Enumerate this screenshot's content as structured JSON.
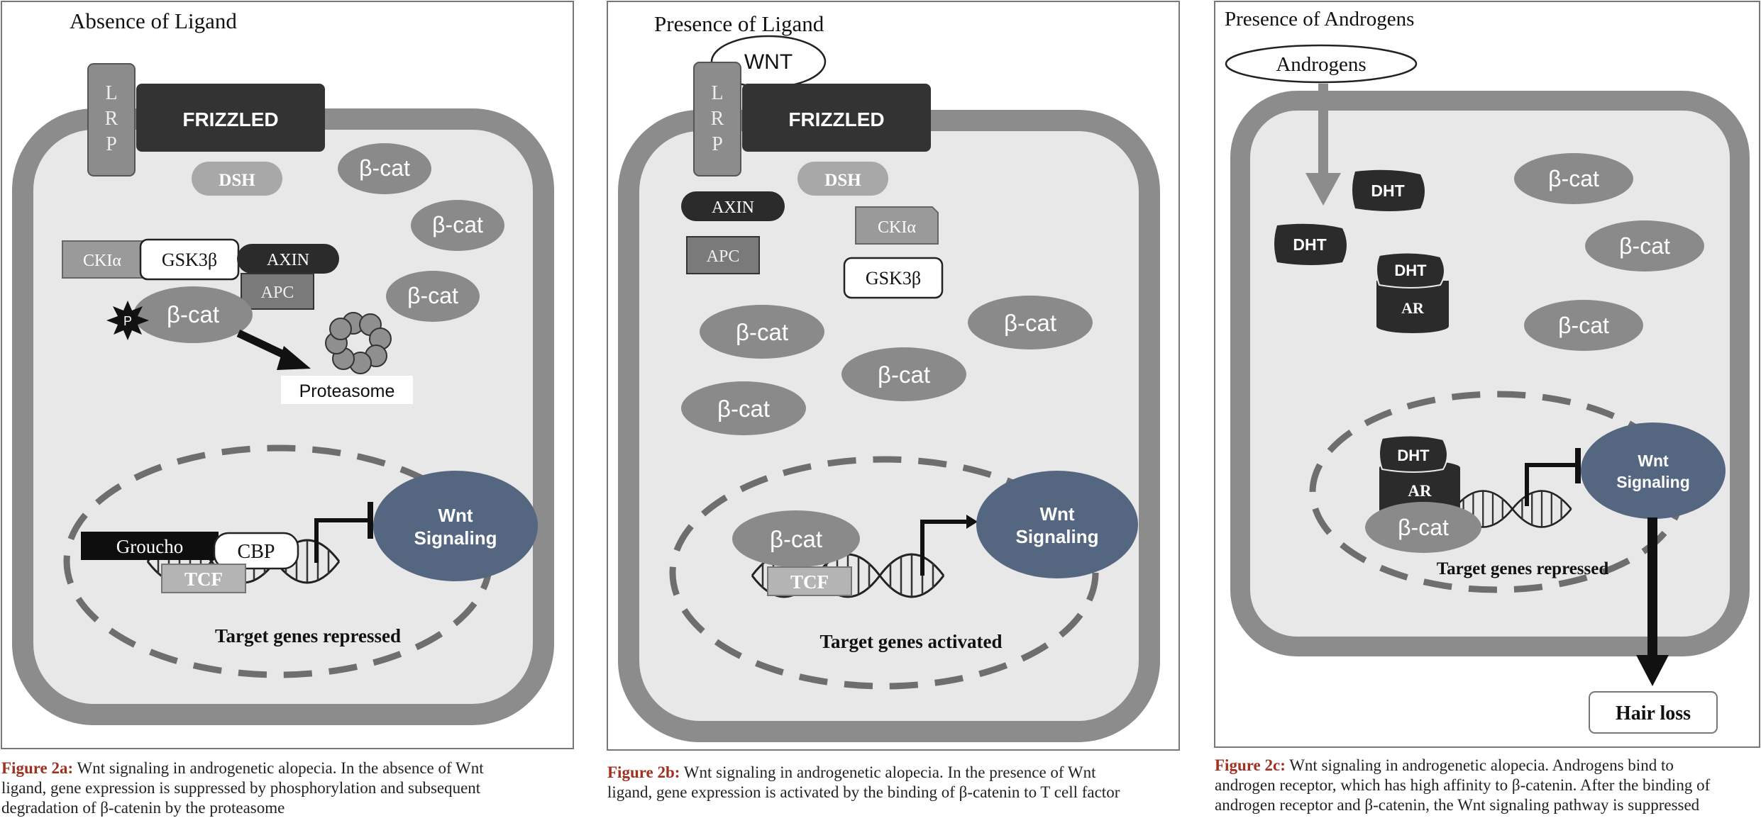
{
  "panel_a": {
    "title": "Absence of Ligand",
    "lrp": [
      "L",
      "R",
      "P"
    ],
    "frizzled": "FRIZZLED",
    "dsh": "DSH",
    "bcat": "β-cat",
    "ck1a": "CKIα",
    "gsk3b": "GSK3β",
    "axin": "AXIN",
    "apc": "APC",
    "p": "P",
    "proteasome": "Proteasome",
    "groucho": "Groucho",
    "cbp": "CBP",
    "tcf": "TCF",
    "wnt_signaling": [
      "Wnt",
      "Signaling"
    ],
    "target": "Target genes repressed"
  },
  "panel_b": {
    "title": "Presence of Ligand",
    "wnt": "WNT",
    "lrp": [
      "L",
      "R",
      "P"
    ],
    "frizzled": "FRIZZLED",
    "dsh": "DSH",
    "axin": "AXIN",
    "apc": "APC",
    "ck1a": "CKIα",
    "gsk3b": "GSK3β",
    "bcat": "β-cat",
    "tcf": "TCF",
    "wnt_signaling": [
      "Wnt",
      "Signaling"
    ],
    "target": "Target genes activated"
  },
  "panel_c": {
    "title": "Presence of Androgens",
    "androgens": "Androgens",
    "dht": "DHT",
    "ar": "AR",
    "bcat": "β-cat",
    "wnt_signaling": [
      "Wnt",
      "Signaling"
    ],
    "target": "Target genes repressed",
    "hair_loss": "Hair loss"
  },
  "captions": {
    "a_label": "Figure 2a:",
    "a_lines": [
      " Wnt signaling in androgenetic alopecia. In the absence of Wnt",
      "ligand, gene expression is suppressed by phosphorylation and subsequent",
      "degradation of β-catenin by the proteasome"
    ],
    "b_label": "Figure 2b:",
    "b_lines": [
      " Wnt signaling in androgenetic alopecia. In the presence of Wnt",
      "ligand, gene expression is activated by the binding of β-catenin to T cell factor"
    ],
    "c_label": "Figure 2c:",
    "c_lines": [
      " Wnt signaling in androgenetic alopecia. Androgens bind to",
      "androgen receptor, which has high affinity to β-catenin. After the binding of",
      "androgen receptor and β-catenin, the Wnt signaling pathway is suppressed"
    ]
  },
  "colors": {
    "membrane": "#8c8c8c",
    "cytoplasm": "#ebebeb",
    "bcat_fill": "#8a8a8a",
    "wnt_fill": "#556680",
    "dark": "#2b2b2b",
    "caption_label": "#a03020"
  }
}
